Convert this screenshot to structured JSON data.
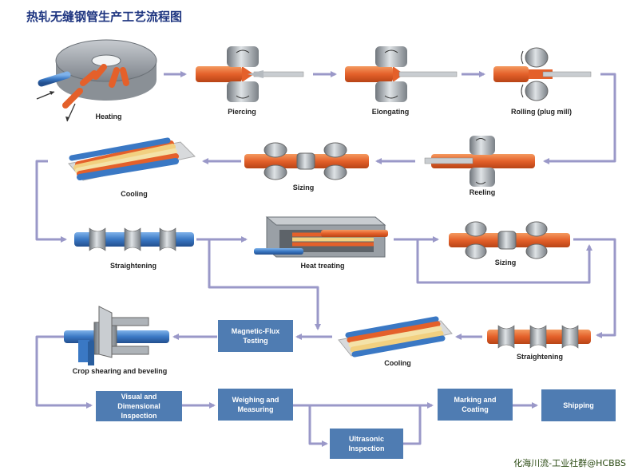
{
  "title": "热轧无缝钢管生产工艺流程图",
  "watermark": "化海川流-工业社群@HCBBS",
  "colors": {
    "arrow": "#9a98c8",
    "box": "#4f7cb2",
    "tube": "#e86a2e",
    "blue_tube": "#3f7fc8",
    "roll": "#9ea4aa"
  },
  "steps": {
    "heating": "Heating",
    "piercing": "Piercing",
    "elongating": "Elongating",
    "rolling": "Rolling (plug mill)",
    "reeling": "Reeling",
    "sizing1": "Sizing",
    "cooling1": "Cooling",
    "straightening1": "Straightening",
    "heat_treating": "Heat treating",
    "sizing2": "Sizing",
    "straightening2": "Straightening",
    "cooling2": "Cooling",
    "crop": "Crop shearing and beveling"
  },
  "boxes": {
    "magnetic": "Magnetic-Flux Testing",
    "visual": "Visual and Dimensional Inspection",
    "weighing": "Weighing and Measuring",
    "ultrasonic": "Ultrasonic Inspection",
    "marking": "Marking and Coating",
    "shipping": "Shipping"
  }
}
